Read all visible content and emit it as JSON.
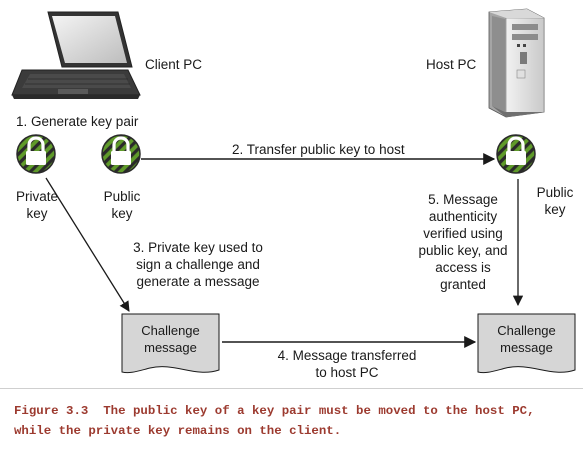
{
  "labels": {
    "client_pc": "Client PC",
    "host_pc": "Host PC",
    "step1": "1. Generate key pair",
    "private_key": "Private\nkey",
    "public_key": "Public\nkey",
    "host_public_key": "Public\nkey",
    "step2": "2. Transfer public key to host",
    "step3": "3. Private key used to\nsign a challenge and\ngenerate a message",
    "step4": "4. Message transferred\nto host PC",
    "step5": "5. Message\nauthenticity\nverified using\npublic key, and\naccess is\ngranted",
    "challenge_left": "Challenge\nmessage",
    "challenge_right": "Challenge\nmessage"
  },
  "caption": {
    "number": "Figure 3.3",
    "text": "The public key of a key pair must be moved to the host PC, while the private key remains on the client."
  },
  "colors": {
    "caption": "#9c3a2f",
    "key_green": "#5f9a2a",
    "key_dark": "#2a2a2a",
    "document_fill": "#d6d6d6",
    "arrow": "#1a1a1a"
  },
  "icons": {
    "client": "laptop-icon",
    "host": "tower-pc-icon",
    "key": "padlock-icon",
    "message": "document-icon"
  }
}
